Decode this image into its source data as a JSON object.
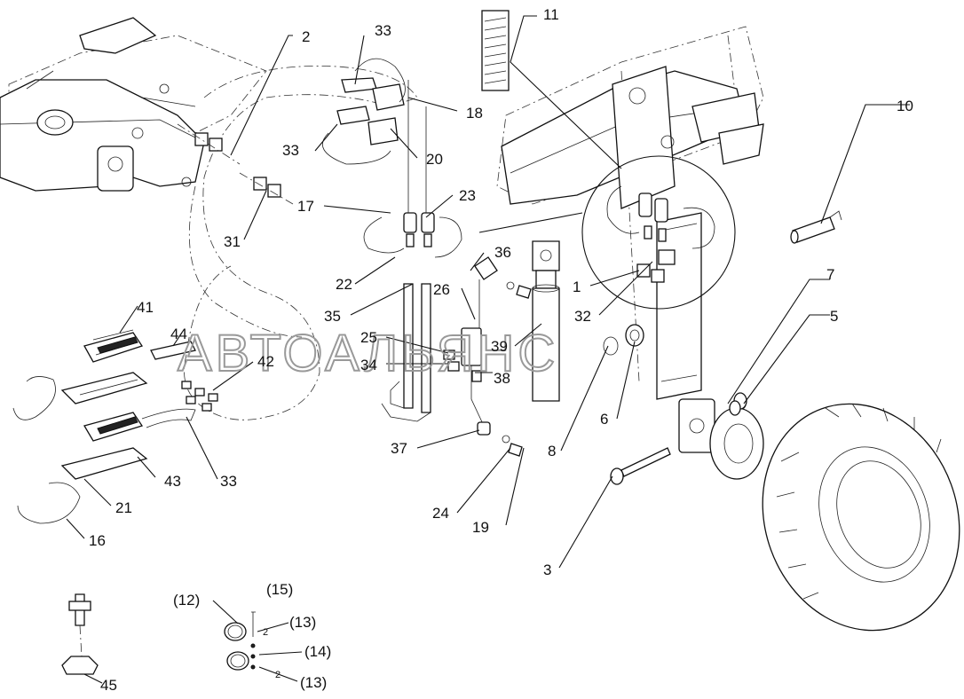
{
  "watermark": "АВТОАЛЬЯНС",
  "callouts": [
    "1",
    "2",
    "3",
    "5",
    "6",
    "7",
    "8",
    "10",
    "11",
    "16",
    "17",
    "18",
    "19",
    "20",
    "21",
    "22",
    "23",
    "24",
    "25",
    "26",
    "31",
    "32",
    "33",
    "33",
    "33",
    "34",
    "35",
    "36",
    "37",
    "38",
    "39",
    "41",
    "42",
    "43",
    "44",
    "45"
  ],
  "legend_callouts": [
    "(12)",
    "(15)",
    "(13)",
    "(14)",
    "(13)"
  ],
  "legend_small": [
    "2",
    "2"
  ]
}
